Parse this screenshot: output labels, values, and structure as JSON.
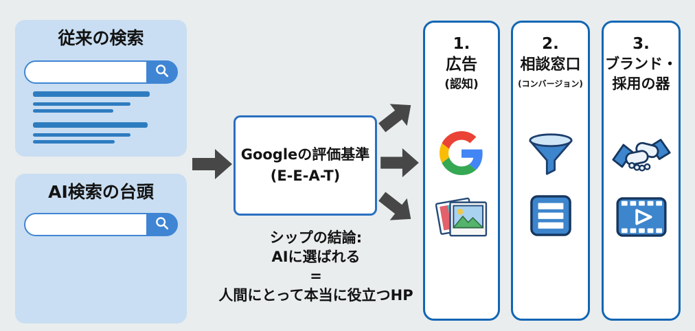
{
  "left_panels": {
    "traditional": {
      "title": "従来の検索"
    },
    "ai": {
      "title": "AI検索の台頭"
    }
  },
  "center": {
    "box_line1": "Googleの評価基準",
    "box_line2": "(E-E-A-T)",
    "conclusion": {
      "l1": "シップの結論:",
      "l2": "AIに選ばれる",
      "l3": "=",
      "l4": "人間にとって本当に役立つHP"
    }
  },
  "columns": {
    "ads": {
      "number": "1.",
      "title": "広告",
      "subtitle": "(認知)",
      "icon_top": "google-g-icon",
      "icon_bottom": "photos-icon"
    },
    "consultation": {
      "number": "2.",
      "title": "相談窓口",
      "subtitle": "(コンバージョン)",
      "icon_top": "funnel-icon",
      "icon_bottom": "form-list-icon"
    },
    "brand": {
      "number": "3.",
      "title_line1": "ブランド・",
      "title_line2": "採用の器",
      "icon_top": "handshake-icon",
      "icon_bottom": "video-icon"
    }
  },
  "icons": {
    "search_bar_button": "magnifier-icon",
    "flow": [
      "arrow-right-icon",
      "arrow-up-right-icon",
      "arrow-right-icon",
      "arrow-down-right-icon"
    ]
  },
  "colors": {
    "background": "#e9edee",
    "panel_blue": "#c9def2",
    "accent_blue": "#3f85d4",
    "result_line_blue": "#2e7cc0",
    "column_border_blue": "#1266b4",
    "center_border_blue": "#2a6fc0",
    "icon_blue": "#3d85cc",
    "icon_outline": "#16365e",
    "arrow_gray": "#474747",
    "text": "#131313",
    "google_red": "#EA4335",
    "google_yellow": "#FBBC05",
    "google_green": "#34A853",
    "google_blue": "#4285F4"
  }
}
